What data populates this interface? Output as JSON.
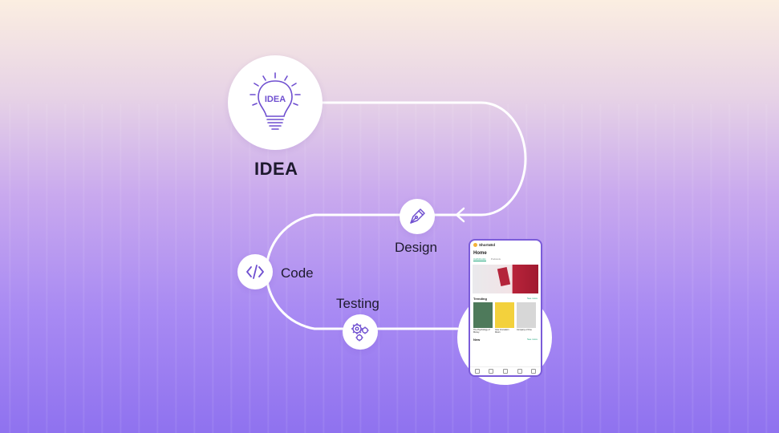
{
  "stages": {
    "idea": {
      "icon_text": "IDEA",
      "label": "IDEA"
    },
    "design": {
      "label": "Design"
    },
    "code": {
      "label": "Code"
    },
    "testing": {
      "label": "Testing"
    }
  },
  "phone": {
    "brand": "ShortsEd",
    "title": "Home",
    "tabs": [
      "Audiobooks",
      "Podcasts"
    ],
    "sections": [
      {
        "title": "Trending",
        "more": "See more"
      },
      {
        "title": "New",
        "more": "See more"
      }
    ],
    "books": [
      "The Psychology of Money",
      "Give Innovation Room",
      "Company of One"
    ]
  },
  "colors": {
    "accent": "#6f4fd0",
    "path": "#ffffff",
    "phone_border": "#7b5cd9",
    "phone_accent": "#1ba37a"
  },
  "icons": [
    "lightbulb-icon",
    "pen-nib-icon",
    "code-icon",
    "gears-icon"
  ]
}
